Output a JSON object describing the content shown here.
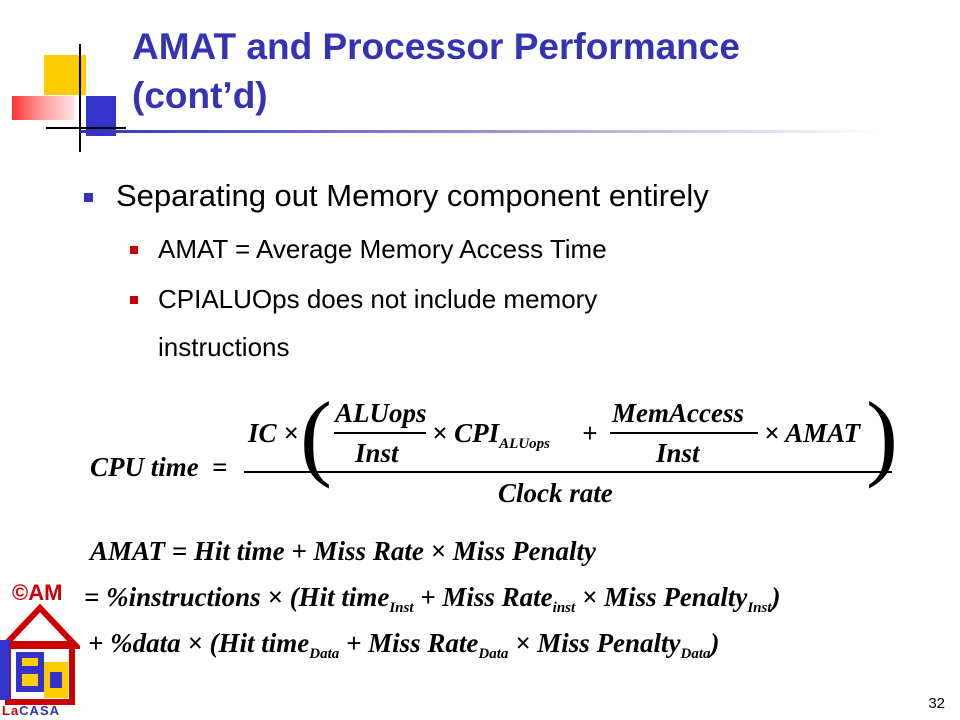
{
  "slide": {
    "title_line1": "AMAT and Processor Performance",
    "title_line2": "(cont’d)",
    "bullets": [
      {
        "text": "Separating out Memory component entirely",
        "level": 1
      },
      {
        "text": "AMAT = Average Memory Access Time",
        "level": 2
      },
      {
        "text": "CPIALUOps does not include memory",
        "level": 2
      },
      {
        "text": "instructions",
        "level": 2
      }
    ],
    "page_number": "32"
  },
  "equations": {
    "cpu_time": {
      "lhs": "CPU time",
      "eq": "=",
      "ic": "IC ×",
      "aluops": "ALUops",
      "inst1": "Inst",
      "times_cpi": "× CPI",
      "cpi_sub": "ALUops",
      "plus": "+",
      "memaccess": "MemAccess",
      "inst2": "Inst",
      "times_amat": "× AMAT",
      "denominator": "Clock rate"
    },
    "amat_line1": "AMAT = Hit time + Miss Rate × Miss Penalty",
    "amat_line2": {
      "pre": "= %instructions × (Hit time",
      "sub1": "Inst",
      "mid1": " + Miss Rate",
      "sub2": "inst",
      "mid2": " × Miss Penalty",
      "sub3": "Inst",
      "post": ")"
    },
    "amat_line3": {
      "pre": "+ %data × (Hit time",
      "sub1": "Data",
      "mid1": " + Miss Rate",
      "sub2": "Data",
      "mid2": " × Miss Penalty",
      "sub3": "Data",
      "post": ")"
    }
  },
  "logo": {
    "copyright": "©AM",
    "name": "LaCASA",
    "name_colored": "La",
    "name_rest": "CASA"
  },
  "colors": {
    "title": "#3333b3",
    "bullet1": "#3333b3",
    "bullet2": "#cc0000"
  }
}
